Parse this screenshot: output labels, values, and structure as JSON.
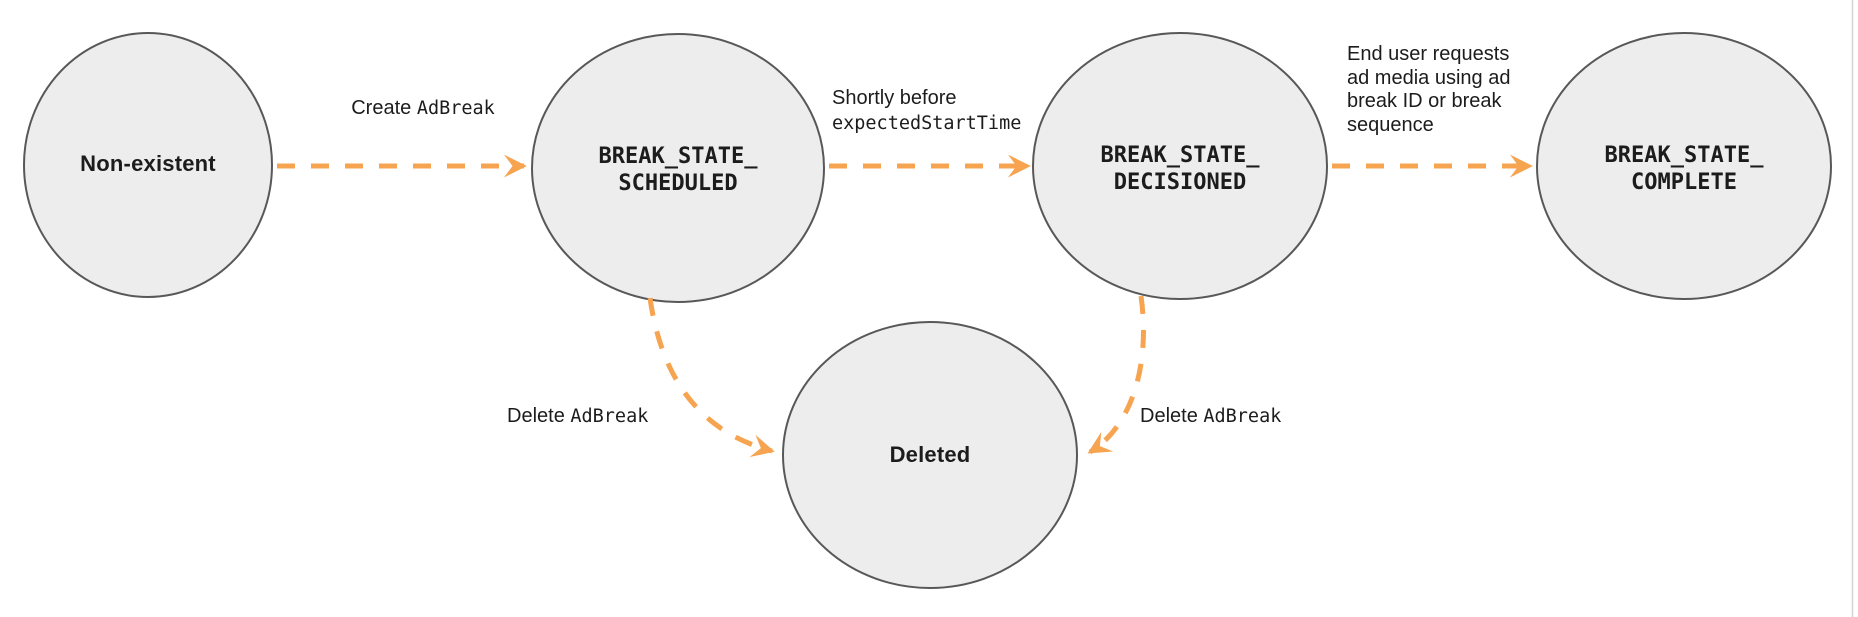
{
  "colors": {
    "background": "#ffffff",
    "node_fill": "#ededed",
    "node_border": "#58585a",
    "arrow": "#f7a450",
    "text": "#1c1c1c",
    "frame_line": "#d4d4d6"
  },
  "nodes": [
    {
      "id": "non-existent",
      "font": "sans",
      "lines": [
        "Non-existent"
      ]
    },
    {
      "id": "break-state-scheduled",
      "font": "mono",
      "lines": [
        "BREAK_STATE_",
        "SCHEDULED"
      ]
    },
    {
      "id": "break-state-decisioned",
      "font": "mono",
      "lines": [
        "BREAK_STATE_",
        "DECISIONED"
      ]
    },
    {
      "id": "break-state-complete",
      "font": "mono",
      "lines": [
        "BREAK_STATE_",
        "COMPLETE"
      ]
    },
    {
      "id": "deleted",
      "font": "sans",
      "lines": [
        "Deleted"
      ]
    }
  ],
  "edges": [
    {
      "id": "create-adbreak",
      "from": "non-existent",
      "to": "break-state-scheduled",
      "label_sans": "Create ",
      "label_mono": "AdBreak"
    },
    {
      "id": "shortly-before-expected-start-time",
      "from": "break-state-scheduled",
      "to": "break-state-decisioned",
      "line1_sans": "Shortly before",
      "line2_mono": "expectedStartTime"
    },
    {
      "id": "end-user-requests-ad-media",
      "from": "break-state-decisioned",
      "to": "break-state-complete",
      "lines": [
        "End user requests",
        "ad media using ad",
        "break ID or break",
        "sequence"
      ]
    },
    {
      "id": "delete-adbreak-from-scheduled",
      "from": "break-state-scheduled",
      "to": "deleted",
      "label_sans": "Delete ",
      "label_mono": "AdBreak"
    },
    {
      "id": "delete-adbreak-from-decisioned",
      "from": "break-state-decisioned",
      "to": "deleted",
      "label_sans": "Delete ",
      "label_mono": "AdBreak"
    }
  ]
}
